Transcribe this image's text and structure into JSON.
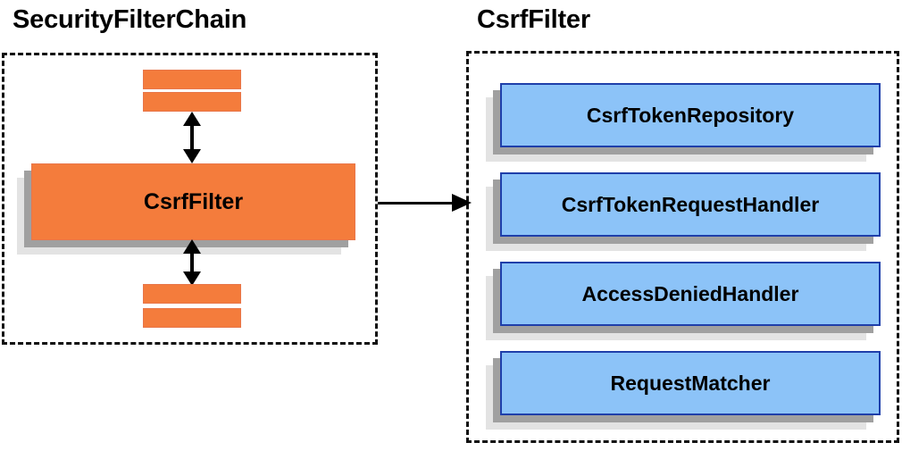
{
  "diagram": {
    "type": "component-relationship-diagram",
    "background_color": "#ffffff",
    "palette": {
      "orange_face": "#f47c3c",
      "blue_face": "#8cc3f8",
      "blue_border": "#1f3faa",
      "shadow_near": "#a0a0a0",
      "shadow_far": "#e3e3e3",
      "line": "#000000",
      "dashed_border": "#111111"
    }
  },
  "panels": [
    {
      "id": "security-filter-chain",
      "title": "SecurityFilterChain",
      "border_style": "dashed",
      "highlighted_component": {
        "label": "CsrfFilter",
        "color": "#f47c3c"
      },
      "placeholder_filters_above": 2,
      "placeholder_filters_below": 2
    },
    {
      "id": "csrf-filter",
      "title": "CsrfFilter",
      "border_style": "dashed",
      "collaborators": [
        {
          "label": "CsrfTokenRepository",
          "color": "#8cc3f8"
        },
        {
          "label": "CsrfTokenRequestHandler",
          "color": "#8cc3f8"
        },
        {
          "label": "AccessDeniedHandler",
          "color": "#8cc3f8"
        },
        {
          "label": "RequestMatcher",
          "color": "#8cc3f8"
        }
      ]
    }
  ],
  "connectors": [
    {
      "id": "chain-up",
      "kind": "double-headed-vertical-arrow"
    },
    {
      "id": "chain-down",
      "kind": "double-headed-vertical-arrow"
    },
    {
      "id": "expand-right",
      "kind": "single-headed-horizontal-arrow"
    }
  ]
}
